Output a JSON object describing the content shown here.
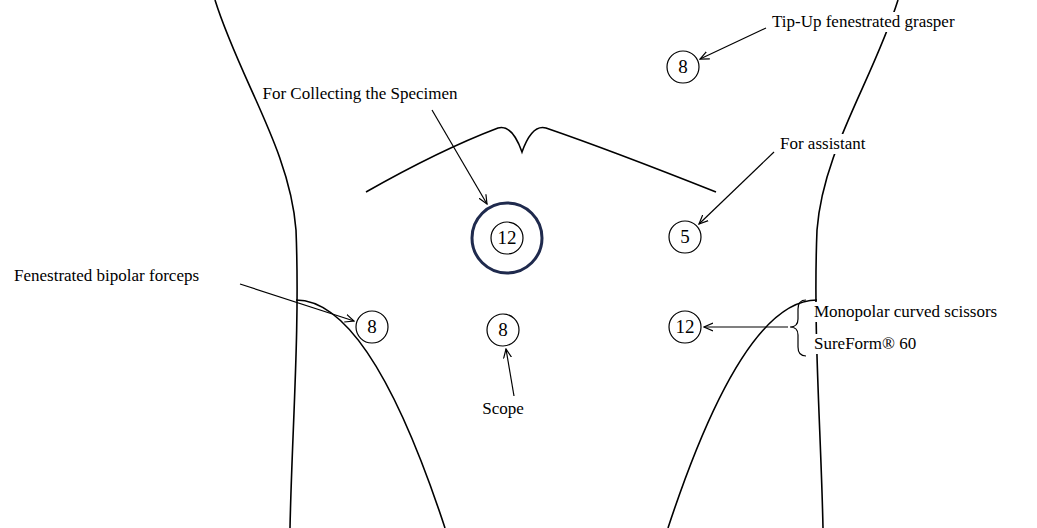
{
  "diagram": {
    "nodes": [
      {
        "text": [
          "8"
        ]
      },
      {
        "text": [
          "12"
        ]
      },
      {
        "text": [
          "5"
        ]
      },
      {
        "text": [
          "8"
        ]
      },
      {
        "text": [
          "8"
        ]
      },
      {
        "text": [
          "12"
        ]
      }
    ],
    "labels": [
      "Tip-Up fenestrated grasper",
      "For Collecting the Specimen",
      "For assistant",
      "Fenestrated bipolar forceps",
      "Monopolar curved scissors",
      "SureForm® 60",
      "Scope"
    ]
  }
}
